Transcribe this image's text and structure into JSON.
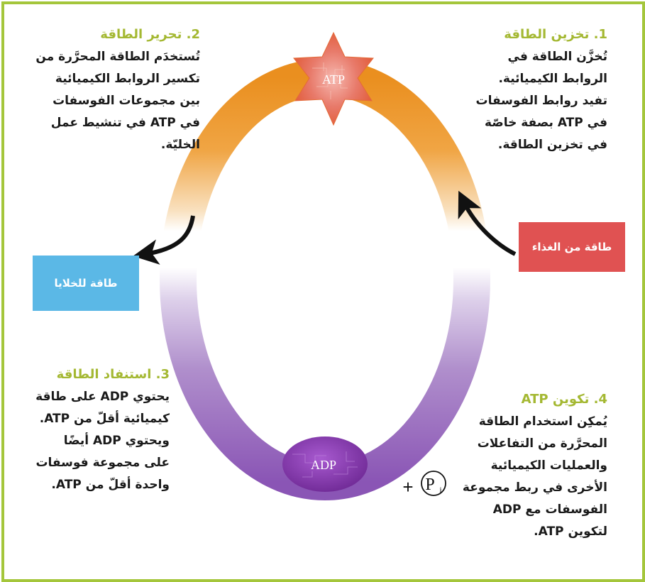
{
  "steps": [
    {
      "title": "1. تخزين الطاقة",
      "body": "تُخزَّن الطاقة في\nالروابط الكيميائية.\nتفيد روابط الفوسفات\nفي ATP بصفة خاصّة\nفي تخزين الطاقة."
    },
    {
      "title": "2. تحرير الطاقة",
      "body": "تُستخدَم الطاقة المحرَّرة من\nتكسير الروابط الكيميائية\nبين مجموعات الفوسفات\nفي ATP في تنشيط عمل\nالخليّة."
    },
    {
      "title": "3. استنفاد الطاقة",
      "body": "يحتوي ADP على طاقة\nكيميائية أقلّ من ATP.\nويحتوي ADP أيضًا\nعلى مجموعة فوسفات\nواحدة أقلّ من ATP."
    },
    {
      "title": "4. تكوين ATP",
      "body": "يُمكِن استخدام الطاقة\nالمحرَّرة من التفاعلات\nوالعمليات الكيميائية\nالأخرى في ربط مجموعة\nالفوسفات مع ADP\nلتكوين ATP."
    }
  ],
  "boxes": {
    "food_energy": "طاقة من الغذاء",
    "cell_energy": "طاقة للخلايا"
  },
  "molecules": {
    "atp": "ATP",
    "adp": "ADP",
    "plus": "+",
    "phosphate": "P",
    "phosphate_sub": "i"
  },
  "colors": {
    "border": "#a4c63b",
    "title": "#a4b832",
    "food_box": "#e05252",
    "cell_box": "#5bb8e6",
    "ring_top": "#ec9a2e",
    "ring_bottom": "#8a55b5",
    "atp_star": "#e86a3a",
    "adp_oval": "#7a2f99"
  }
}
